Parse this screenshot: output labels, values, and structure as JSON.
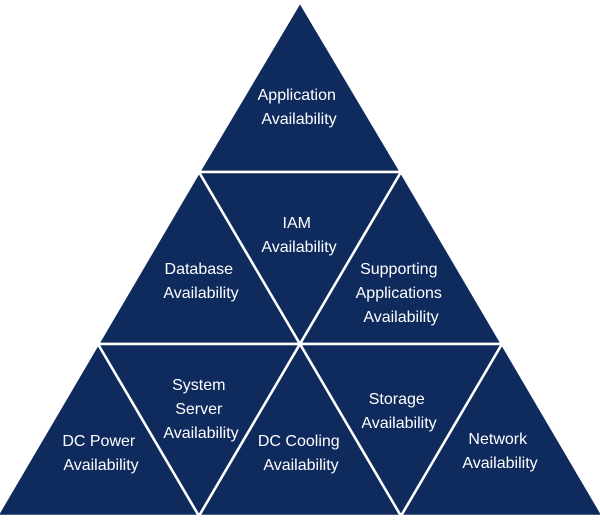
{
  "colors": {
    "fill": "#0f2a5c",
    "stroke": "#ffffff",
    "text": "#ffffff"
  },
  "pyramid": {
    "row1": [
      {
        "id": "application",
        "lines": [
          "Application",
          "Availability"
        ]
      }
    ],
    "row2": [
      {
        "id": "database",
        "lines": [
          "Database",
          "Availability"
        ]
      },
      {
        "id": "iam",
        "lines": [
          "IAM",
          "Availability"
        ]
      },
      {
        "id": "supporting-applications",
        "lines": [
          "Supporting",
          "Applications",
          "Availability"
        ]
      }
    ],
    "row3": [
      {
        "id": "dc-power",
        "lines": [
          "DC Power",
          "Availability"
        ]
      },
      {
        "id": "system-server",
        "lines": [
          "System",
          "Server",
          "Availability"
        ]
      },
      {
        "id": "dc-cooling",
        "lines": [
          "DC Cooling",
          "Availability"
        ]
      },
      {
        "id": "storage",
        "lines": [
          "Storage",
          "Availability"
        ]
      },
      {
        "id": "network",
        "lines": [
          "Network",
          "Availability"
        ]
      }
    ]
  }
}
